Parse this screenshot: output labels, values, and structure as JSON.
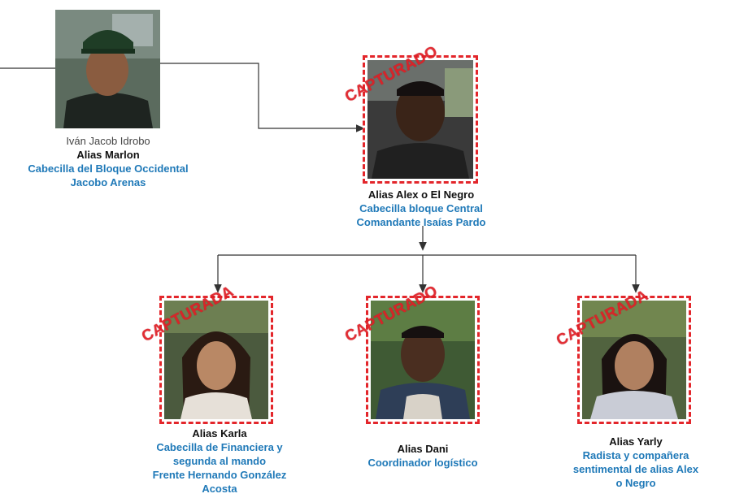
{
  "top_member": {
    "full_name": "Iván Jacob Idrobo",
    "alias": "Alias Marlon",
    "role_lines": [
      "Cabecilla del  Bloque Occidental",
      "Jacobo Arenas"
    ]
  },
  "center_member": {
    "stamp": "CAPTURADO",
    "alias": "Alias Alex o El Negro",
    "role_lines": [
      "Cabecilla bloque Central",
      "Comandante Isaías Pardo"
    ]
  },
  "subordinates": [
    {
      "stamp": "CAPTURADA",
      "alias": "Alias Karla",
      "role_lines": [
        "Cabecilla de Financiera y",
        "segunda al mando",
        "Frente Hernando González",
        "Acosta"
      ]
    },
    {
      "stamp": "CAPTURADO",
      "alias": "Alias Dani",
      "role_lines": [
        "Coordinador logístico"
      ]
    },
    {
      "stamp": "CAPTURADA",
      "alias": "Alias Yarly",
      "role_lines": [
        "Radista y compañera",
        "sentimental de alias Alex",
        "o Negro"
      ]
    }
  ],
  "colors": {
    "stamp_red": "#e01f26",
    "role_blue": "#1f79b8",
    "connector": "#333333"
  }
}
